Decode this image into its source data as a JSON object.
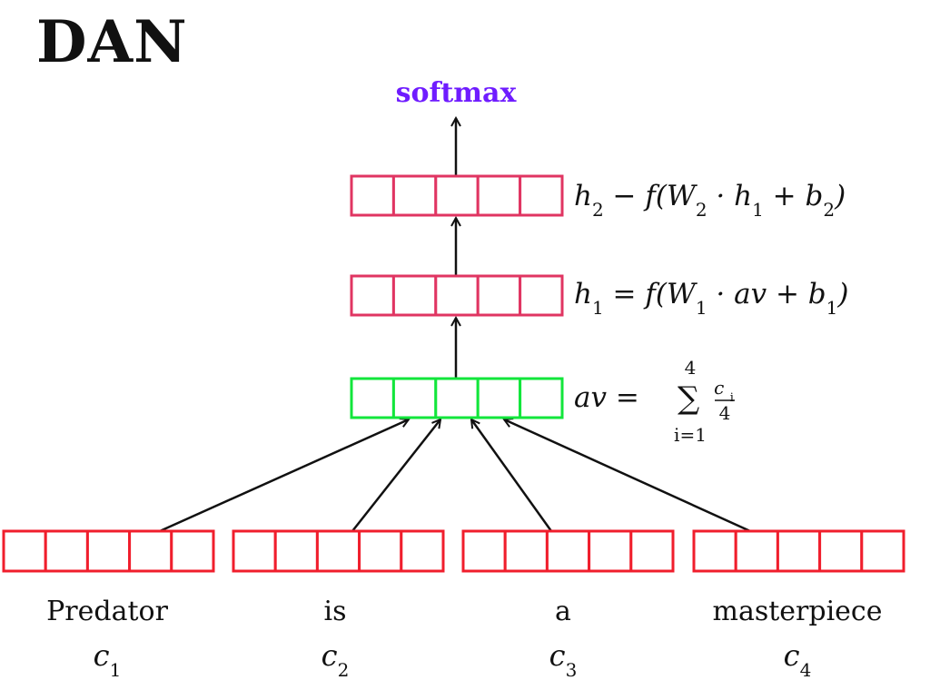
{
  "title": "DAN",
  "output_label": "softmax",
  "layers": {
    "h2": {
      "formula": [
        "h",
        "2",
        " − f(W",
        "2",
        " · h",
        "1",
        " + b",
        "2",
        ")"
      ],
      "color": "#e03562"
    },
    "h1": {
      "formula": [
        "h",
        "1",
        " = f(W",
        "1",
        " · av + b",
        "1",
        ")"
      ],
      "color": "#e03562"
    },
    "av": {
      "lhs": "av =",
      "sum_upper": "4",
      "sum_lower": "i=1",
      "numerator": "c",
      "numerator_sub": "i",
      "denominator": "4",
      "color": "#12e63b"
    }
  },
  "inputs": {
    "color": "#f01e2c",
    "words": [
      {
        "word": "Predator",
        "var": "c",
        "sub": "1"
      },
      {
        "word": "is",
        "var": "c",
        "sub": "2"
      },
      {
        "word": "a",
        "var": "c",
        "sub": "3"
      },
      {
        "word": "masterpiece",
        "var": "c",
        "sub": "4"
      }
    ]
  },
  "cells_per_vector": 5,
  "arrow_color": "#111111",
  "text_color": "#111111",
  "softmax_color": "#6f1cff"
}
